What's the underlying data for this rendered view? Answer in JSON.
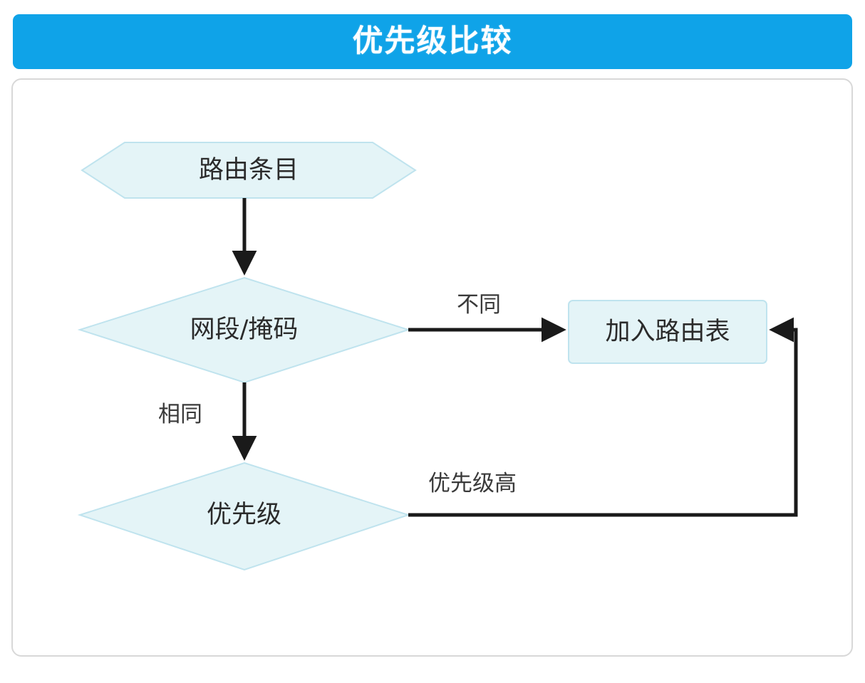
{
  "header": {
    "title": "优先级比较",
    "bar_color": "#0fa3e8",
    "title_color": "#ffffff"
  },
  "diagram": {
    "card_border_color": "#d8d8d8",
    "node_fill": "#e4f4f7",
    "node_stroke": "#bfe3ee",
    "edge_color": "#1a1a1a",
    "nodes": [
      {
        "id": "route-entry",
        "shape": "hexagon",
        "label": "路由条目"
      },
      {
        "id": "net-mask",
        "shape": "diamond",
        "label": "网段/掩码"
      },
      {
        "id": "priority",
        "shape": "diamond",
        "label": "优先级"
      },
      {
        "id": "add-table",
        "shape": "rounded-rect",
        "label": "加入路由表"
      }
    ],
    "edges": [
      {
        "id": "entry-to-netmask",
        "from": "route-entry",
        "to": "net-mask",
        "label": ""
      },
      {
        "id": "netmask-to-addtable",
        "from": "net-mask",
        "to": "add-table",
        "label": "不同"
      },
      {
        "id": "netmask-to-priority",
        "from": "net-mask",
        "to": "priority",
        "label": "相同"
      },
      {
        "id": "priority-to-addtable",
        "from": "priority",
        "to": "add-table",
        "label": "优先级高"
      }
    ]
  }
}
